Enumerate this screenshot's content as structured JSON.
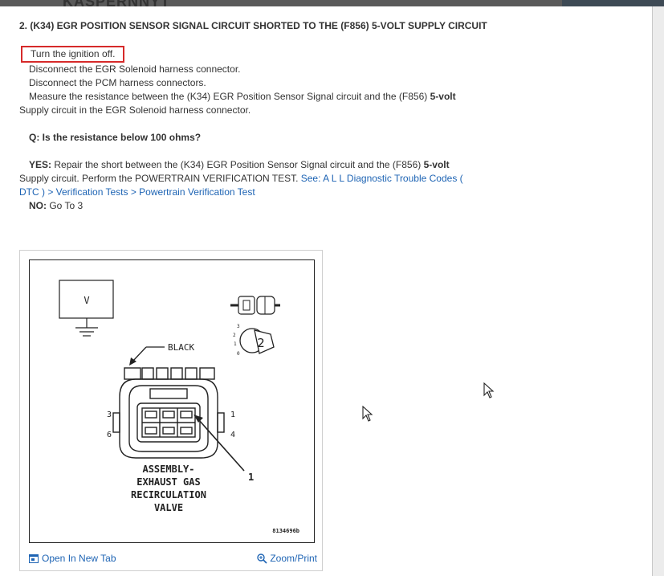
{
  "background_brand": "KASPERNNYT",
  "step": {
    "heading": "2. (K34) EGR POSITION SENSOR SIGNAL CIRCUIT SHORTED TO THE (F856) 5-VOLT SUPPLY CIRCUIT",
    "highlighted_instruction": "Turn the ignition off.",
    "instruction_2": "Disconnect the EGR Solenoid harness connector.",
    "instruction_3": "Disconnect the PCM harness connectors.",
    "instruction_4_a": "Measure the resistance between the (K34) EGR Position Sensor Signal circuit and the (F856) ",
    "instruction_4_b": "5-volt",
    "instruction_4_c": "Supply circuit in the EGR Solenoid harness connector.",
    "question": "Q: Is the resistance below 100 ohms?",
    "yes_label": "YES:",
    "yes_a": " Repair the short between the (K34) EGR Position Sensor Signal circuit and the (F856) ",
    "yes_b": "5-volt",
    "yes_c": "Supply circuit. Perform the POWERTRAIN VERIFICATION TEST. ",
    "yes_link": "See: A L L Diagnostic Trouble Codes ( DTC ) > Verification Tests > Powertrain Verification Test",
    "no_label": "NO:",
    "no_text": " Go To 3"
  },
  "figure": {
    "meter_label": "V",
    "wire_color_label": "BLACK",
    "pin_3": "3",
    "pin_1": "1",
    "pin_6": "6",
    "pin_4": "4",
    "callout_1": "1",
    "dial_3": "3",
    "dial_2": "2",
    "dial_1": "1",
    "dial_0": "0",
    "dial_big": "2",
    "caption_l1": "ASSEMBLY-",
    "caption_l2": "EXHAUST GAS",
    "caption_l3": "RECIRCULATION",
    "caption_l4": "VALVE",
    "figure_id": "8134696b",
    "open_tab_label": "Open In New Tab",
    "zoom_label": "Zoom/Print"
  },
  "colors": {
    "link": "#1e64b4",
    "highlight_border": "#d62a2a"
  }
}
